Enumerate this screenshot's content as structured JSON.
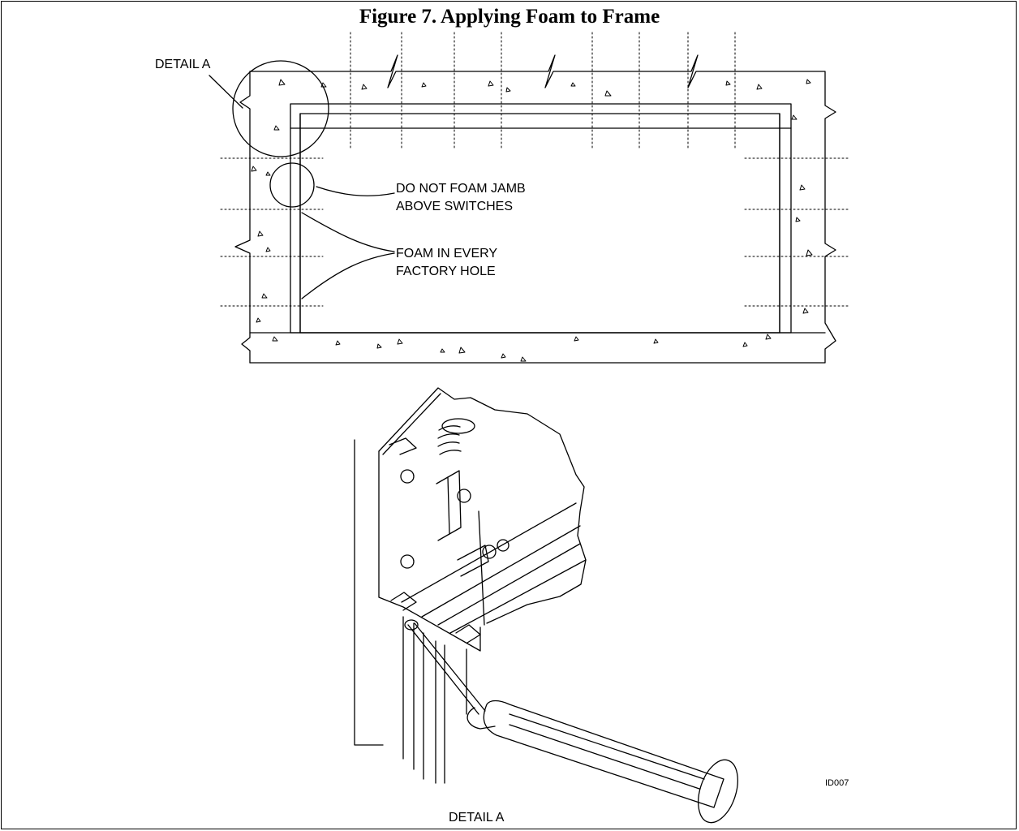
{
  "figure": {
    "title": "Figure 7.  Applying Foam to Frame",
    "detail_label": "DETAIL A",
    "callout_no_foam": [
      "DO NOT FOAM JAMB",
      "ABOVE SWITCHES"
    ],
    "callout_foam": [
      "FOAM IN EVERY",
      "FACTORY HOLE"
    ],
    "detail_caption": "DETAIL A",
    "drawing_id": "ID007"
  },
  "colors": {
    "line": "#000000",
    "background": "#ffffff"
  }
}
